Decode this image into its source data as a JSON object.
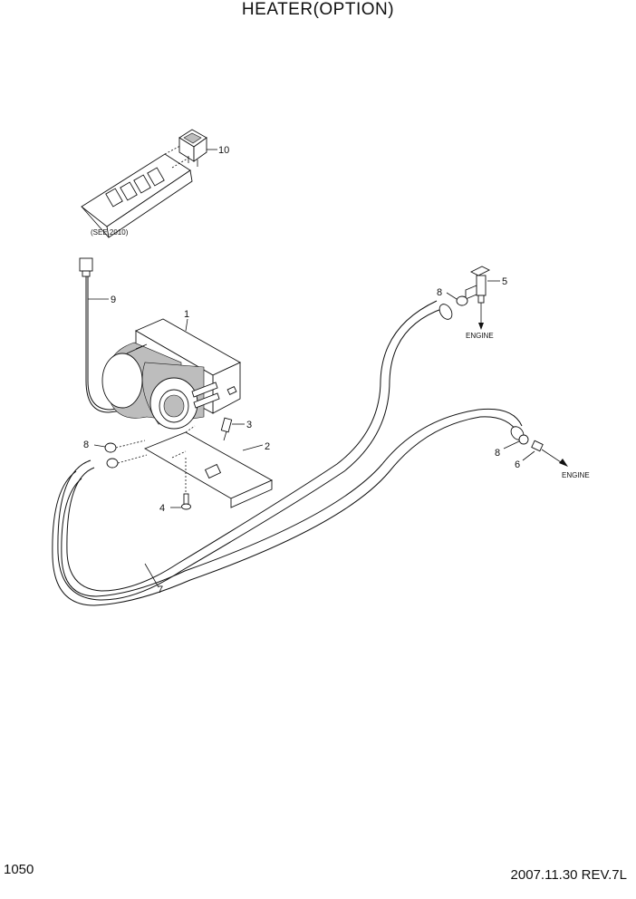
{
  "header": {
    "title": "HEATER(OPTION)"
  },
  "footer": {
    "page_number": "1050",
    "revision": "2007.11.30  REV.7L"
  },
  "notes": {
    "see_ref": "(SEE 2010)",
    "engine_upper": "ENGINE",
    "engine_lower": "ENGINE"
  },
  "callouts": {
    "c1": "1",
    "c2": "2",
    "c3": "3",
    "c4": "4",
    "c5": "5",
    "c6": "6",
    "c7": "7",
    "c8a": "8",
    "c8b": "8",
    "c8c": "8",
    "c9": "9",
    "c10": "10"
  }
}
